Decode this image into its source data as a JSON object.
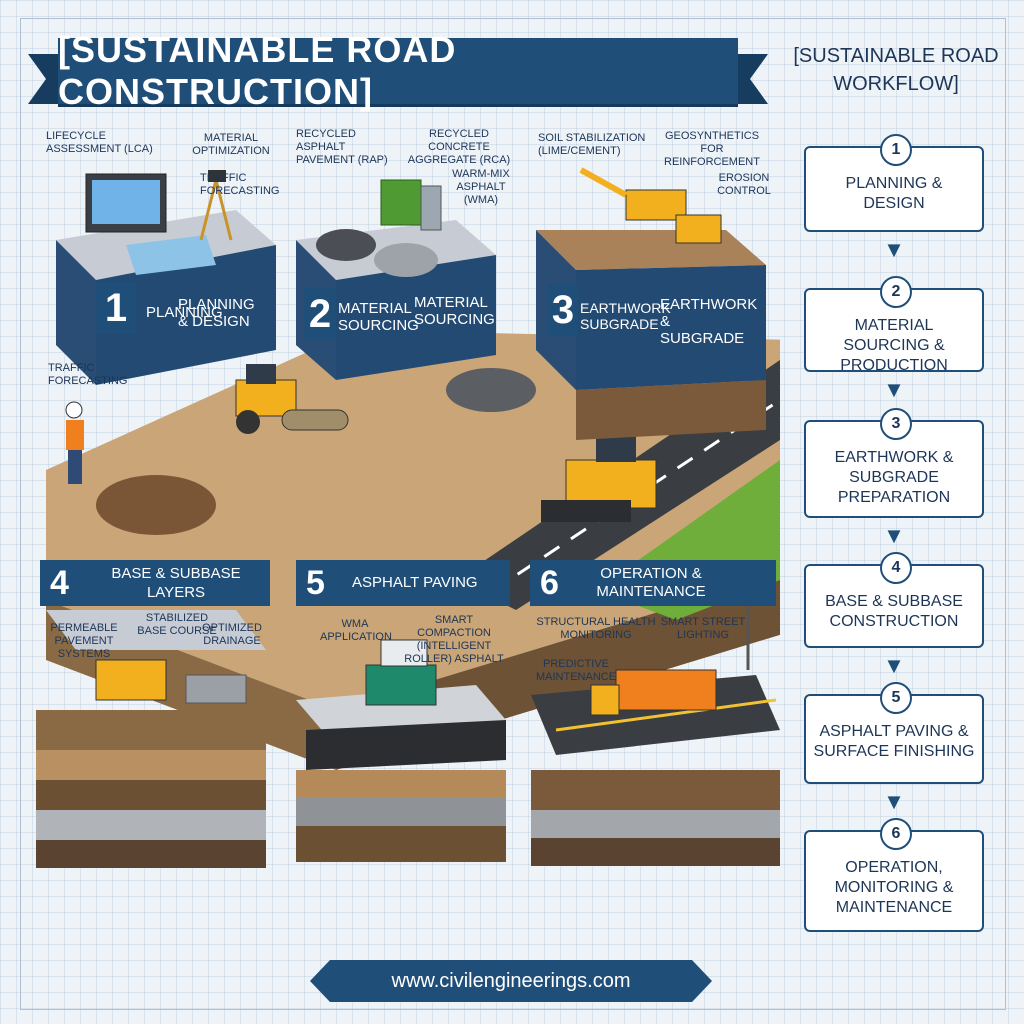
{
  "title": "[SUSTAINABLE ROAD CONSTRUCTION]",
  "workflow": {
    "title": "[SUSTAINABLE ROAD WORKFLOW]",
    "steps": [
      {
        "num": "1",
        "label": "PLANNING & DESIGN"
      },
      {
        "num": "2",
        "label": "MATERIAL SOURCING & PRODUCTION"
      },
      {
        "num": "3",
        "label": "EARTHWORK & SUBGRADE PREPARATION"
      },
      {
        "num": "4",
        "label": "BASE & SUBBASE CONSTRUCTION"
      },
      {
        "num": "5",
        "label": "ASPHALT PAVING & SURFACE FINISHING"
      },
      {
        "num": "6",
        "label": "OPERATION, MONITORING & MAINTENANCE"
      }
    ]
  },
  "tiles": {
    "t1": {
      "num": "1",
      "side_label": "PLANNING",
      "front_label": "PLANNING & DESIGN",
      "notes": [
        "LIFECYCLE ASSESSMENT (LCA)",
        "MATERIAL OPTIMIZATION",
        "TRAFFIC FORECASTING",
        "TRAFFIC FORECASTING"
      ]
    },
    "t2": {
      "num": "2",
      "side_label": "MATERIAL SOURCING",
      "front_label": "MATERIAL SOURCING",
      "notes": [
        "RECYCLED ASPHALT PAVEMENT (RAP)",
        "RECYCLED CONCRETE AGGREGATE (RCA)",
        "WARM-MIX ASPHALT (WMA)"
      ]
    },
    "t3": {
      "num": "3",
      "side_label": "EARTHWORK SUBGRADE",
      "front_label": "EARTHWORK & SUBGRADE",
      "notes": [
        "SOIL STABILIZATION (LIME/CEMENT)",
        "GEOSYNTHETICS FOR REINFORCEMENT",
        "EROSION CONTROL"
      ]
    },
    "t4": {
      "num": "4",
      "header": "BASE & SUBBASE LAYERS",
      "notes": [
        "PERMEABLE PAVEMENT SYSTEMS",
        "STABILIZED BASE COURSE",
        "OPTIMIZED DRAINAGE"
      ]
    },
    "t5": {
      "num": "5",
      "header": "ASPHALT PAVING",
      "notes": [
        "WMA APPLICATION",
        "SMART COMPACTION (INTELLIGENT ROLLER) ASPHALT"
      ]
    },
    "t6": {
      "num": "6",
      "header": "OPERATION & MAINTENANCE",
      "notes": [
        "STRUCTURAL HEALTH MONITORING",
        "SMART STREET LIGHTING",
        "PREDICTIVE MAINTENANCE"
      ]
    }
  },
  "footer": "www.civilengineerings.com",
  "colors": {
    "navy": "#1f4e79",
    "soil": "#8a6a45",
    "asphalt": "#3a3d42",
    "grass": "#6fae3a"
  }
}
